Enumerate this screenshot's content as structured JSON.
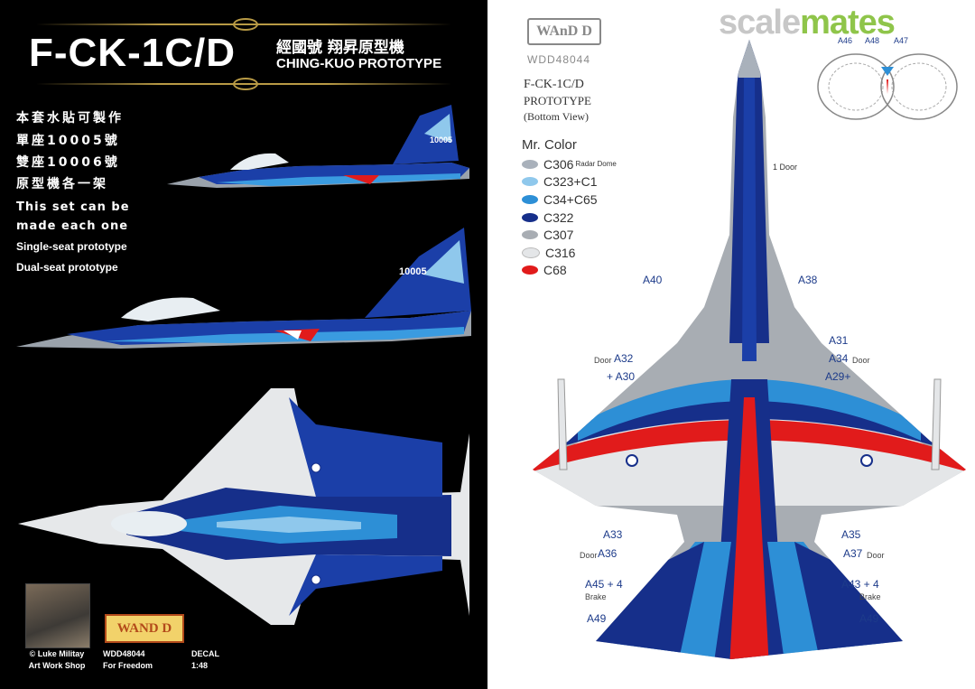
{
  "left": {
    "title": "F-CK-1C/D",
    "title_cjk": "經國號 翔昇原型機",
    "subtitle": "CHING-KUO PROTOTYPE",
    "desc_cjk": [
      "本套水貼可製作",
      "單座10005號",
      "雙座10006號",
      "原型機各一架"
    ],
    "desc_en": [
      "This set can be",
      "made each one",
      "Single-seat prototype",
      "Dual-seat prototype"
    ],
    "tail_single": "10005",
    "tail_dual": "10005",
    "credit": [
      "© Luke Militay",
      "Art Work Shop"
    ],
    "logo": "WAND D",
    "decal_info": [
      "WDD48044",
      "For Freedom"
    ],
    "decal_info_right": [
      "DECAL",
      "1:48"
    ]
  },
  "right": {
    "logo": "WAnD D",
    "code": "WDD48044",
    "watermark_a": "scale",
    "watermark_b": "mates",
    "title": "F-CK-1C/D",
    "subtitle": "PROTOTYPE",
    "view": "(Bottom View)",
    "legend_title": "Mr. Color",
    "legend": [
      {
        "code": "C306",
        "note": "Radar Dome",
        "color": "#a9b1bb"
      },
      {
        "code": "C323+C1",
        "note": "",
        "color": "#8fc8ec"
      },
      {
        "code": "C34+C65",
        "note": "",
        "color": "#2d8fd6"
      },
      {
        "code": "C322",
        "note": "",
        "color": "#162f8a"
      },
      {
        "code": "C307",
        "note": "",
        "color": "#a8adb3"
      },
      {
        "code": "C316",
        "note": "",
        "color": "#e4e6e8"
      },
      {
        "code": "C68",
        "note": "",
        "color": "#e11b1b"
      }
    ],
    "labels": {
      "door1": "1 Door",
      "a40": "A40",
      "a38": "A38",
      "a31": "A31",
      "a32": "A32",
      "a34": "A34",
      "a30": "+ A30",
      "a29": "A29+",
      "a33": "A33",
      "a35": "A35",
      "a36": "A36",
      "a37": "A37",
      "a45": "A45 + 4",
      "a43": "A43 + 4",
      "a49l": "A49",
      "a49r": "A49",
      "door": "Door",
      "brake": "Brake",
      "a46": "A46",
      "a48": "A48",
      "a47": "A47"
    }
  },
  "colors": {
    "dark_blue": "#162f8a",
    "mid_blue": "#2d8fd6",
    "light_blue": "#8fc8ec",
    "red": "#e11b1b",
    "grey": "#a8adb3",
    "white": "#e4e6e8",
    "label_blue": "#1d3b8a",
    "gold": "#b89a45"
  }
}
